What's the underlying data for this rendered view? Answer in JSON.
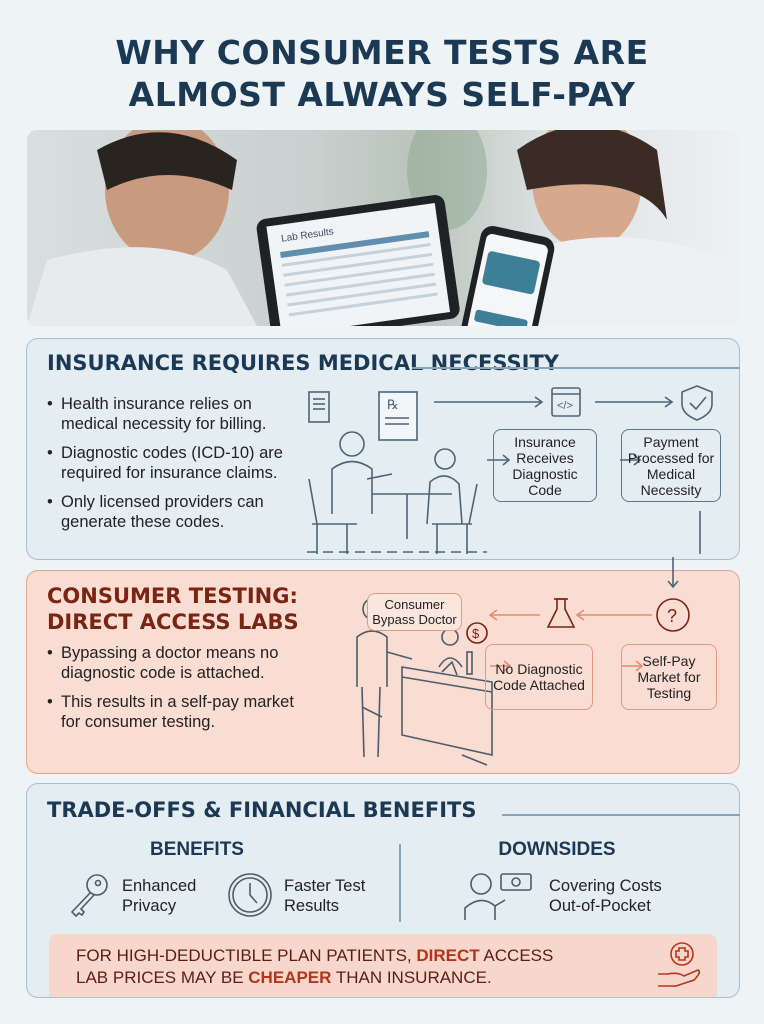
{
  "title": {
    "line1": "WHY CONSUMER TESTS ARE",
    "line2": "ALMOST ALWAYS SELF-PAY"
  },
  "photo": {
    "tablet_heading": "Lab Results",
    "description_icons": [
      "doctor-with-tablet",
      "patient-with-phone-payment"
    ]
  },
  "insurance": {
    "heading": "INSURANCE REQUIRES MEDICAL NECESSITY",
    "bullets": [
      "Health insurance relies on medical necessity for billing.",
      "Diagnostic codes (ICD-10) are required for insurance claims.",
      "Only licensed providers can generate these codes."
    ],
    "flow": {
      "step1": "Insurance Receives Diagnostic Code",
      "step2": "Payment Processed for Medical Necessity",
      "icons": [
        "certificate-icon",
        "prescription-icon",
        "code-window-icon",
        "shield-check-icon"
      ]
    }
  },
  "consumer": {
    "heading_line1": "CONSUMER TESTING:",
    "heading_line2": "DIRECT ACCESS LABS",
    "bullets": [
      "Bypassing a doctor means no diagnostic code is attached.",
      "This results in a self-pay market for consumer testing."
    ],
    "bubble": "Consumer Bypass Doctor",
    "flow": {
      "step1": "No Diagnostic Code Attached",
      "step2": "Self-Pay Market for Testing",
      "icons": [
        "flask-icon",
        "question-icon",
        "dollar-icon"
      ]
    }
  },
  "tradeoffs": {
    "heading": "TRADE-OFFS & FINANCIAL BENEFITS",
    "benefits_label": "BENEFITS",
    "downsides_label": "DOWNSIDES",
    "benefits": [
      {
        "icon": "key-icon",
        "line1": "Enhanced",
        "line2": "Privacy"
      },
      {
        "icon": "clock-icon",
        "line1": "Faster Test",
        "line2": "Results"
      }
    ],
    "downsides": [
      {
        "icon": "person-cash-icon",
        "line1": "Covering Costs",
        "line2": "Out-of-Pocket"
      }
    ],
    "callout": {
      "part1": "FOR HIGH-DEDUCTIBLE PLAN PATIENTS, ",
      "highlight1": "DIRECT",
      "part2": " ACCESS",
      "part3": "LAB PRICES MAY BE ",
      "highlight2": "CHEAPER",
      "part4": " THAN INSURANCE."
    }
  },
  "colors": {
    "navy": "#1c3954",
    "accent_red": "#a8321c",
    "blue_panel": "#e4edf2",
    "peach_panel": "#f9ddd2"
  }
}
